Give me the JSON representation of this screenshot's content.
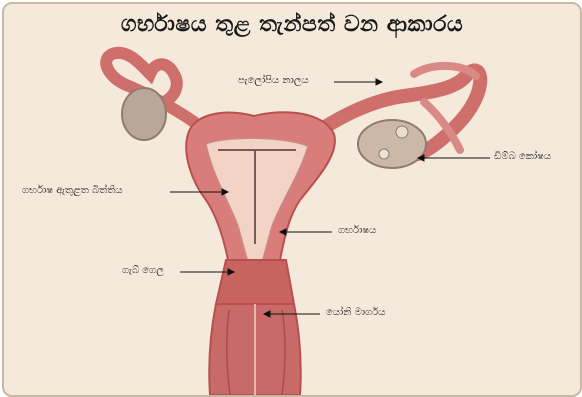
{
  "title": "ගර්භාෂය තුළ තැන්පත් වන ආකාරය",
  "labels": {
    "fallopian_tube": "පැලෝපිය නාලය",
    "ovary": "ඩිම්බ කෝෂය",
    "uterine_wall": "ගර්භාෂ ඇතුළත බිත්තිය",
    "uterus": "ගර්භාෂය",
    "cervix": "ගැබ් ගෙල",
    "vagina": "යෝනි මාර්ගය"
  },
  "colors": {
    "background": "#f5e9dc",
    "tissue": "#d97d7a",
    "tissue_dark": "#b9504f",
    "inner_wall": "#f3d3c6",
    "ovary": "#cbb8a8"
  }
}
